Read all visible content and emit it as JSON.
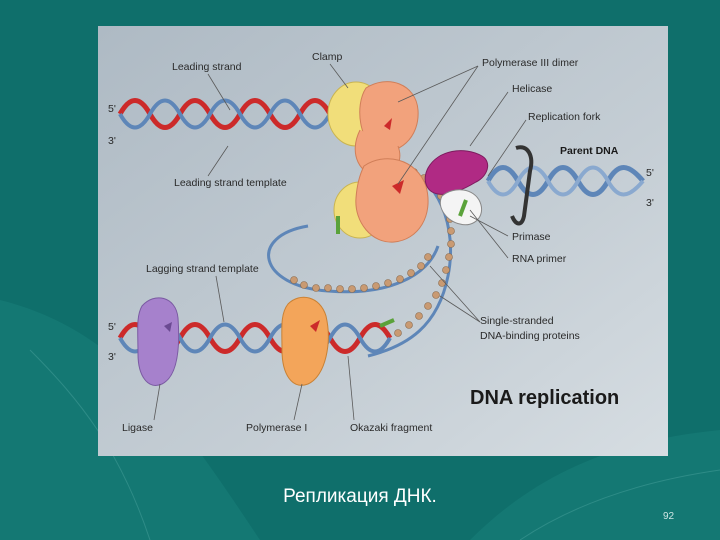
{
  "slide": {
    "caption": "Репликация ДНК.",
    "page_number": "92"
  },
  "figure": {
    "title": "DNA replication",
    "labels": {
      "leading_strand": "Leading strand",
      "clamp": "Clamp",
      "polymerase_dimer": "Polymerase III dimer",
      "helicase": "Helicase",
      "replication_fork": "Replication fork",
      "parent_dna": "Parent DNA",
      "leading_template": "Leading strand template",
      "primase": "Primase",
      "rna_primer": "RNA primer",
      "lagging_template": "Lagging strand template",
      "ssb": "Single-stranded",
      "ssb2": "DNA-binding proteins",
      "ligase": "Ligase",
      "polymerase_i": "Polymerase I",
      "okazaki": "Okazaki fragment"
    },
    "strand_ends": {
      "top_5": "5'",
      "top_3": "3'",
      "right_5": "5'",
      "right_3": "3'",
      "bottom_5": "5'",
      "bottom_3": "3'"
    },
    "colors": {
      "background": "#b4bfc8",
      "strand_red": "#cc2a2a",
      "strand_blue": "#5e86b8",
      "clamp_yellow": "#f1de7a",
      "polymerase_salmon": "#f2a27c",
      "helicase_magenta": "#b02a84",
      "ligase_purple": "#a681cc",
      "polymerase_i_orange": "#f3a55a",
      "primer_green": "#5aa23a",
      "ssb_tan": "#c99a72"
    }
  }
}
